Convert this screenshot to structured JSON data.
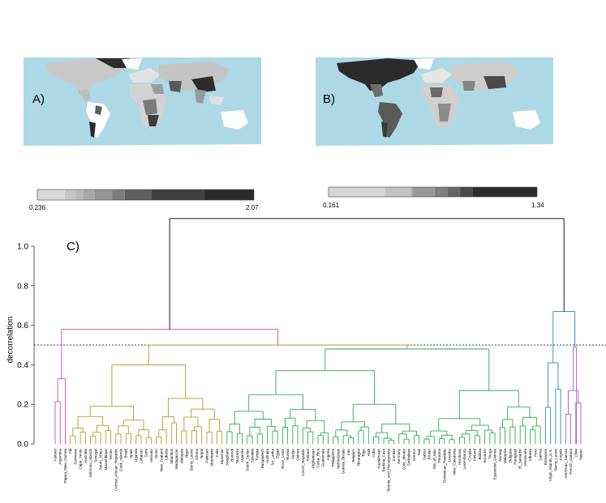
{
  "panels": {
    "a_label": "A)",
    "b_label": "B)",
    "c_label": "C)"
  },
  "colorbars": {
    "a": {
      "min_label": "0.236",
      "max_label": "2.07",
      "colors": [
        "#d8d8d8",
        "#c6c6c6",
        "#b9b9b9",
        "#a9a9a9",
        "#959595",
        "#7d7d7d",
        "#5f5f5f",
        "#3f3f3f",
        "#2a2a2a"
      ],
      "breaks": [
        0,
        0.127,
        0.178,
        0.212,
        0.265,
        0.345,
        0.404,
        0.528,
        0.77,
        1
      ]
    },
    "b": {
      "min_label": "0.161",
      "max_label": "1.34",
      "colors": [
        "#d6d6d6",
        "#c3c3c3",
        "#b0b0b0",
        "#999999",
        "#7f7f7f",
        "#656565",
        "#4a4a4a",
        "#2c2c2c"
      ],
      "breaks": [
        0,
        0.27,
        0.405,
        0.395,
        0.51,
        0.572,
        0.63,
        0.69,
        1
      ]
    }
  },
  "dendrogram": {
    "ylabel": "decorrelation",
    "yticks": [
      "0.0",
      "0.2",
      "0.4",
      "0.6",
      "0.8",
      "1.0"
    ],
    "ylim": [
      0,
      1.0
    ],
    "cut_height": 0.5,
    "colors": {
      "root": "#000000",
      "olive": "#b39a2a",
      "green": "#2ea85a",
      "pink": "#cc4fa0",
      "teal": "#2b88b8",
      "violet": "#a35ac6"
    },
    "leaves": [
      "Iceland",
      "Argentina",
      "Papua_New_Guinea",
      "Fiji",
      "Suriname",
      "Cape_Verde",
      "Australia",
      "Solomon_Islands",
      "Senegal",
      "South_Africa",
      "Mozambique",
      "Yemen",
      "Central_African_Republic",
      "Cook_Islands",
      "Brazil",
      "Spain",
      "Uganda",
      "Lebanon",
      "Syria",
      "Vanuatu",
      "Oman",
      "New_Zealand",
      "Liberia",
      "Mauritius",
      "Madagascar",
      "Malaysia",
      "Niger",
      "Sierra_Leone",
      "Ghana",
      "Nepal",
      "Pakistan",
      "Mauritania",
      "India",
      "Myanmar",
      "Swaziland",
      "Burundi",
      "Tanzania",
      "Uganda",
      "South_Sudan",
      "Slovakia",
      "Tunisia",
      "Bangladesh",
      "Australia",
      "Sri_Lanka",
      "Egypt",
      "Timor_Leste",
      "Russia",
      "Sudan",
      "Guinea",
      "Czech_Republic",
      "Finland",
      "Afghanistan",
      "Costa_Rica",
      "Guatemala",
      "Algeria",
      "Philippines",
      "Netherlands",
      "Guinea_Bissau",
      "Iran",
      "Belgium",
      "Nicaragua",
      "Togo",
      "Haiti",
      "Cuba",
      "Kazakhstan",
      "Burkina_Faso",
      "Bosnia_and_Herzegovina",
      "Zambia",
      "Germany",
      "Cote_dIvoire",
      "Zimbabwe",
      "Greece",
      "Italy",
      "Gabon",
      "Jordan",
      "Isle_of_Man",
      "Panama",
      "Dominican_Republic",
      "Lesotho",
      "New_Caledonia",
      "Honduras",
      "Luxembourg",
      "Croatia",
      "Finland",
      "Bolivia",
      "Ecuador",
      "Tonga",
      "Equatorial_Guinea",
      "Norway",
      "Malaysia",
      "Bulgaria",
      "Paraguay",
      "El_Salvador",
      "Venezuela",
      "Albania",
      "Peru",
      "Samoa",
      "Botswana",
      "Virgin_Islands_U.S.",
      "Sierra_Leone",
      "Angola",
      "American_Samoa",
      "French_Guiana",
      "Chile",
      "Taiwan"
    ]
  }
}
